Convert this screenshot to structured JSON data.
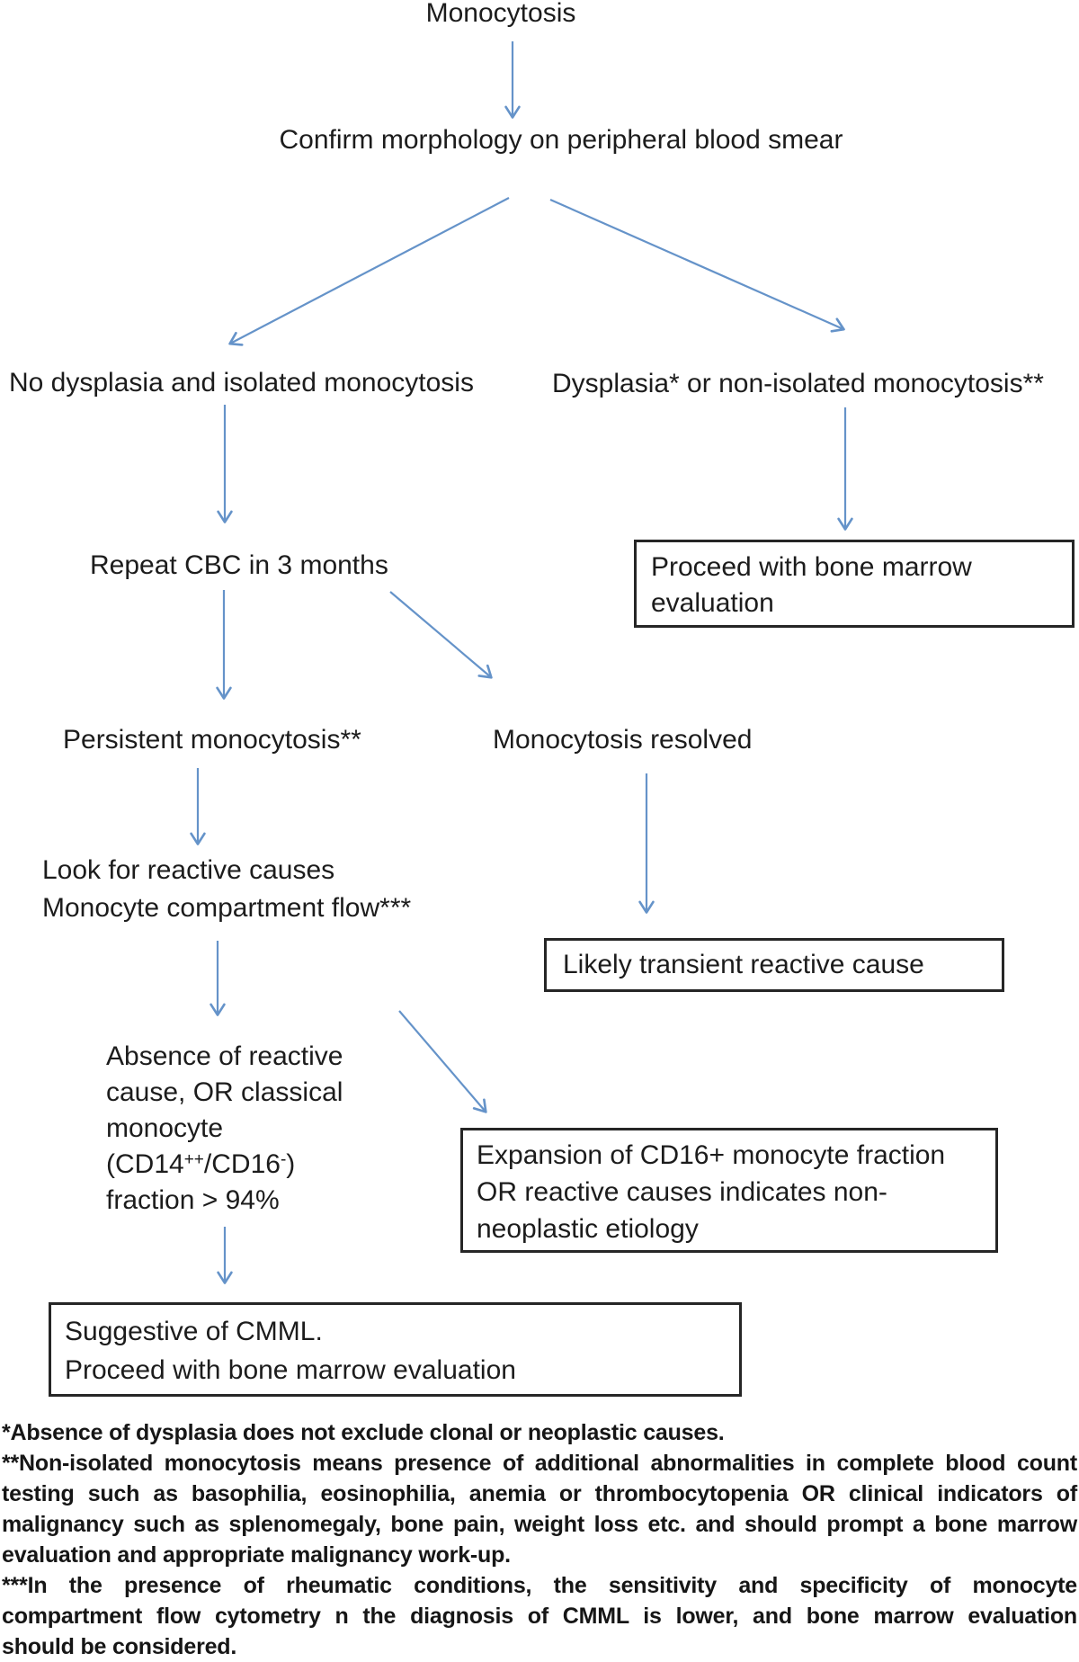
{
  "colors": {
    "arrow": "#6593c9",
    "ink": "#1c1c1c",
    "border": "#262626",
    "bg": "#ffffff"
  },
  "nodes": {
    "title": "Monocytosis",
    "confirm": "Confirm morphology on peripheral blood smear",
    "no_dysplasia": "No dysplasia and isolated monocytosis",
    "dysplasia": "Dysplasia* or non-isolated monocytosis**",
    "repeat_cbc": "Repeat CBC in 3 months",
    "persistent": "Persistent monocytosis**",
    "resolved": "Monocytosis resolved",
    "look_line1": "Look for reactive causes",
    "look_line2": "Monocyte compartment flow***",
    "absence": {
      "line1": "Absence of reactive",
      "line2": "cause, OR classical",
      "line3": "monocyte",
      "cd": {
        "p1": "(CD14",
        "sup1": "++",
        "p2": "/CD16",
        "sup2": "-",
        "p3": ")"
      },
      "line5": "fraction > 94%"
    }
  },
  "boxes": {
    "proceed": "Proceed with bone marrow evaluation",
    "likely": "Likely transient reactive cause",
    "expansion": {
      "line1": "Expansion of CD16+ monocyte fraction",
      "line2": "OR reactive causes indicates non-",
      "line3": "neoplastic etiology"
    },
    "cmml": {
      "line1": "Suggestive of CMML.",
      "line2": "Proceed with bone marrow evaluation"
    }
  },
  "footnotes": {
    "lines": [
      "*Absence of dysplasia does not exclude clonal or neoplastic causes.",
      "**Non-isolated monocytosis means presence of additional abnormalities in complete blood count",
      "testing such as basophilia, eosinophilia, anemia or thrombocytopenia  OR clinical indicators of",
      "malignancy such as splenomegaly, bone pain, weight loss etc. and should prompt  a bone marrow",
      "evaluation and appropriate malignancy work-up.",
      "***In the presence of rheumatic conditions, the sensitivity and specificity of monocyte",
      "compartment  flow cytometry  n the diagnosis of CMML is lower, and bone marrow evaluation",
      "should be considered."
    ]
  }
}
